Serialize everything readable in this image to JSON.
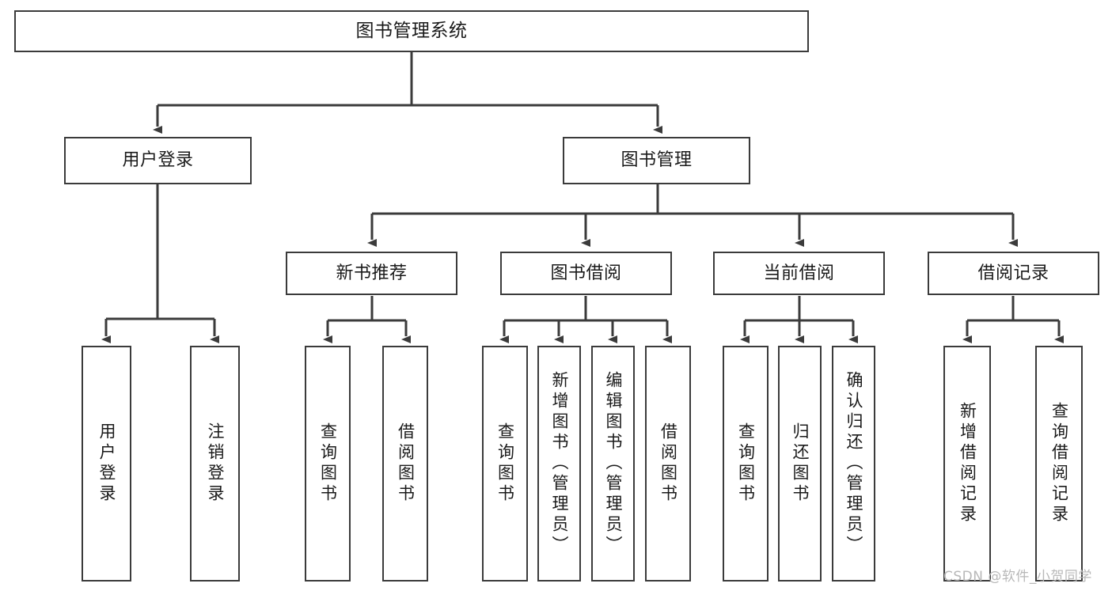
{
  "diagram": {
    "title": "图书管理系统",
    "type": "tree-hierarchy",
    "orientation": "top-down",
    "colors": {
      "box_border": "#3b3b3b",
      "box_fill": "#ffffff",
      "connector": "#3b3b3b",
      "text": "#1a1a1a",
      "watermark": "#b8b8b8",
      "background": "#ffffff"
    },
    "nodes": {
      "root": {
        "label": "图书管理系统"
      },
      "level2": [
        {
          "id": "user-login",
          "label": "用户登录"
        },
        {
          "id": "book-manage",
          "label": "图书管理"
        }
      ],
      "level3": [
        {
          "id": "new-book-recommend",
          "label": "新书推荐"
        },
        {
          "id": "book-borrow",
          "label": "图书借阅"
        },
        {
          "id": "current-borrow",
          "label": "当前借阅"
        },
        {
          "id": "borrow-record",
          "label": "借阅记录"
        }
      ],
      "leaves": {
        "user_login": [
          {
            "id": "leaf-user-login",
            "label": "用户登录"
          },
          {
            "id": "leaf-logout-login",
            "label": "注销登录"
          }
        ],
        "new_book_recommend": [
          {
            "id": "leaf-query-book-1",
            "label": "查询图书"
          },
          {
            "id": "leaf-borrow-book-1",
            "label": "借阅图书"
          }
        ],
        "book_borrow": [
          {
            "id": "leaf-query-book-2",
            "label": "查询图书"
          },
          {
            "id": "leaf-add-book",
            "label": "新增图书（管理员）"
          },
          {
            "id": "leaf-edit-book",
            "label": "编辑图书（管理员）"
          },
          {
            "id": "leaf-borrow-book-2",
            "label": "借阅图书"
          }
        ],
        "current_borrow": [
          {
            "id": "leaf-query-book-3",
            "label": "查询图书"
          },
          {
            "id": "leaf-return-book",
            "label": "归还图书"
          },
          {
            "id": "leaf-confirm-return",
            "label": "确认归还（管理员）"
          }
        ],
        "borrow_record": [
          {
            "id": "leaf-add-record",
            "label": "新增借阅记录"
          },
          {
            "id": "leaf-query-record",
            "label": "查询借阅记录"
          }
        ]
      }
    }
  },
  "watermark": {
    "text": "CSDN @软件_小贺同学"
  }
}
